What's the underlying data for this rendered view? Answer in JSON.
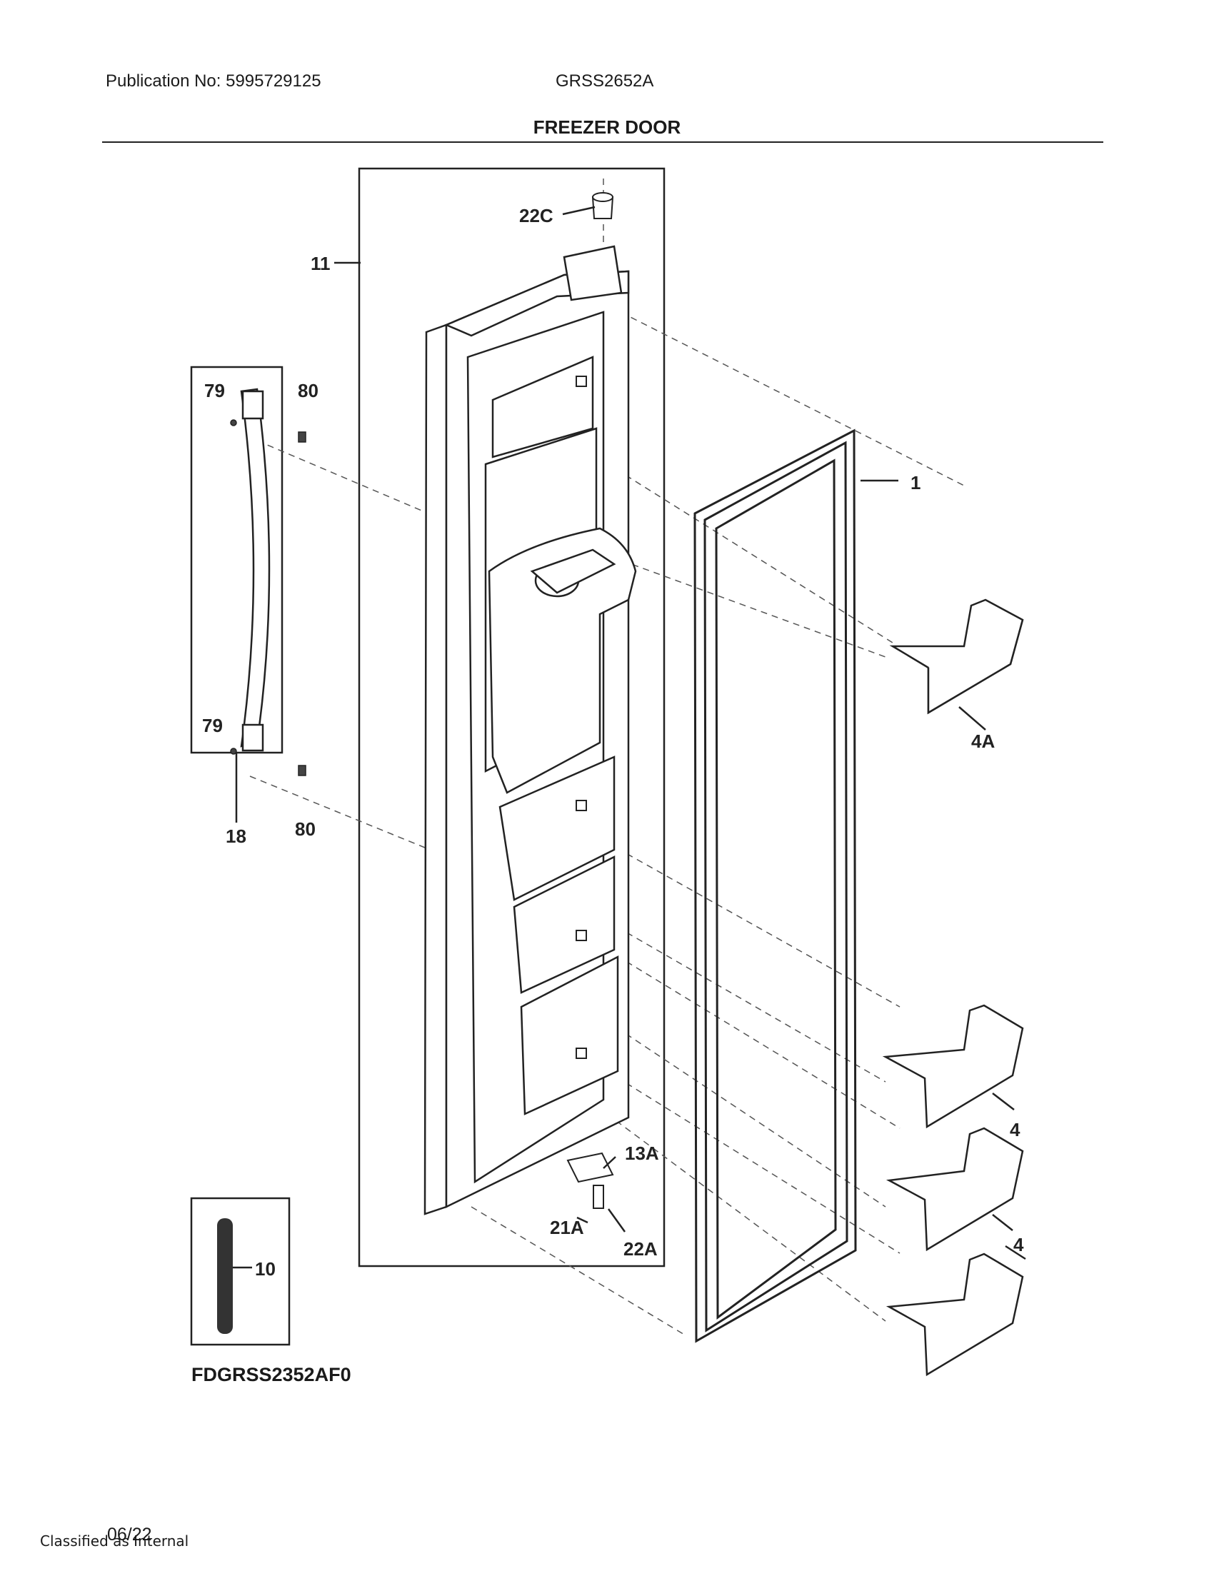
{
  "header": {
    "publication": "Publication No: 5995729125",
    "model": "GRSS2652A",
    "section_title": "FREEZER DOOR"
  },
  "callouts": {
    "c22C": "22C",
    "c11": "11",
    "c79a": "79",
    "c80a": "80",
    "c1": "1",
    "c4A": "4A",
    "c79b": "79",
    "c18": "18",
    "c80b": "80",
    "c13A": "13A",
    "c21A": "21A",
    "c22A": "22A",
    "c4a": "4",
    "c4b": "4",
    "c10": "10"
  },
  "diagram_code": "FDGRSS2352AF0",
  "footer": {
    "date": "06/22",
    "classification": "Classified as Internal"
  }
}
